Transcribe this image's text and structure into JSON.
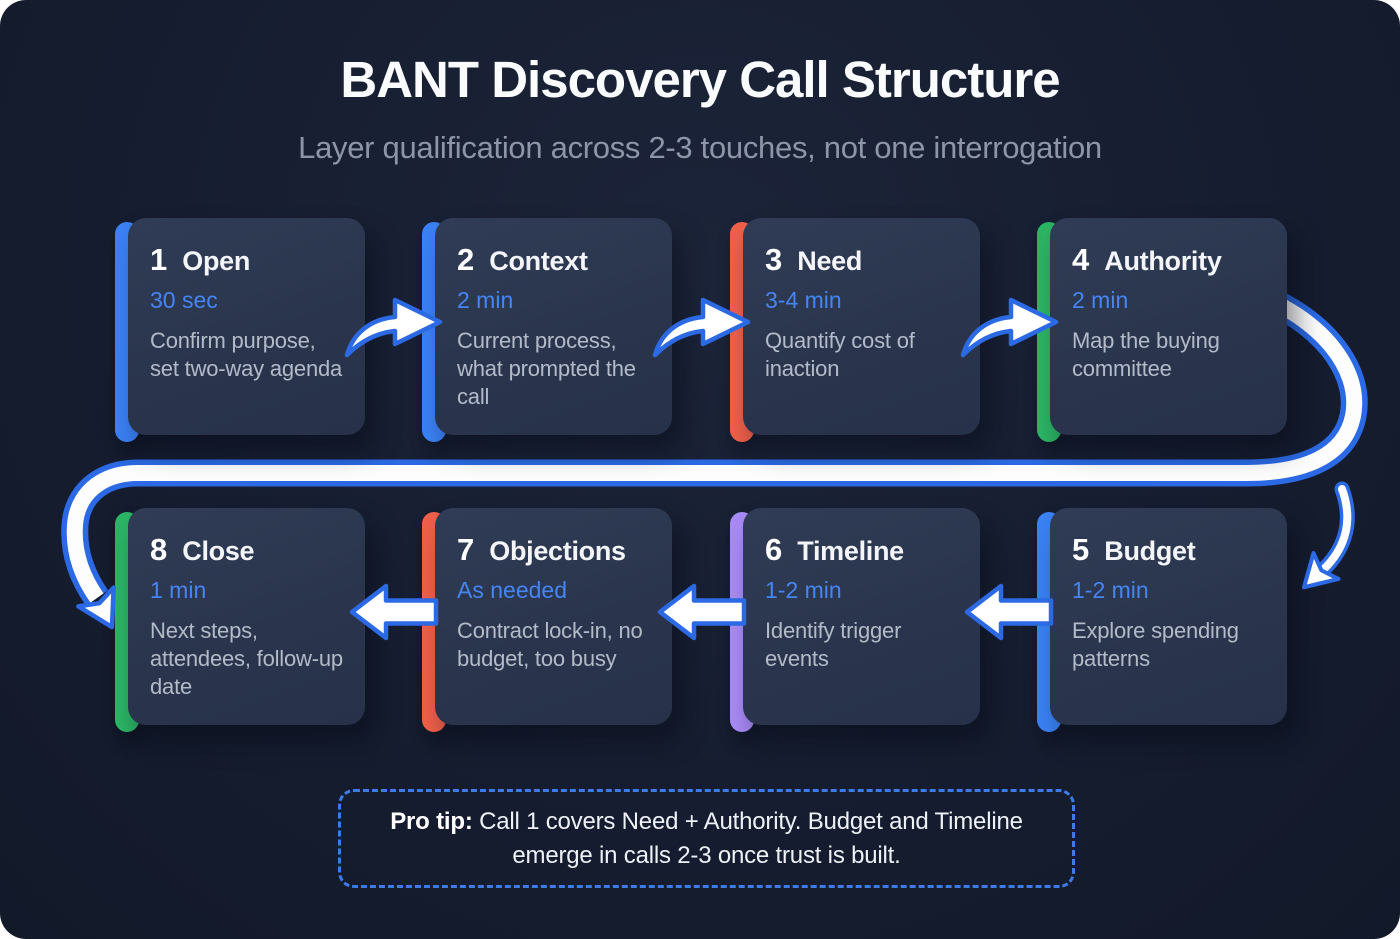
{
  "page": {
    "title": "BANT Discovery Call Structure",
    "subtitle": "Layer qualification across 2-3 touches, not one interrogation"
  },
  "steps": [
    {
      "number": "1",
      "title": "Open",
      "duration": "30 sec",
      "description": "Confirm purpose, set two-way agenda",
      "accent": "#3b82f6"
    },
    {
      "number": "2",
      "title": "Context",
      "duration": "2 min",
      "description": "Current process, what prompted the call",
      "accent": "#3b82f6"
    },
    {
      "number": "3",
      "title": "Need",
      "duration": "3-4 min",
      "description": "Quantify cost of inaction",
      "accent": "#f0604a"
    },
    {
      "number": "4",
      "title": "Authority",
      "duration": "2 min",
      "description": "Map the buying committee",
      "accent": "#2cb565"
    },
    {
      "number": "5",
      "title": "Budget",
      "duration": "1-2 min",
      "description": "Explore spending patterns",
      "accent": "#3b82f6"
    },
    {
      "number": "6",
      "title": "Timeline",
      "duration": "1-2 min",
      "description": "Identify trigger events",
      "accent": "#a98bf8"
    },
    {
      "number": "7",
      "title": "Objections",
      "duration": "As needed",
      "description": "Contract lock-in, no budget, too busy",
      "accent": "#f0604a"
    },
    {
      "number": "8",
      "title": "Close",
      "duration": "1 min",
      "description": "Next steps, attendees, follow-up date",
      "accent": "#2cb565"
    }
  ],
  "pro_tip": {
    "label": "Pro tip:",
    "text": "Call 1 covers Need + Authority. Budget and Timeline emerge in calls 2-3 once trust is built."
  },
  "colors": {
    "canvas_background": "#161d30",
    "card_background": "#2a354d",
    "accent_blue": "#3b82f6",
    "accent_orange": "#f0604a",
    "accent_green": "#2cb565",
    "accent_purple": "#a98bf8",
    "duration_text": "#4585f4",
    "description_text": "#b3bac8",
    "arrow_outline": "#2b6ae4",
    "arrow_fill": "#ffffff",
    "protip_border": "#3d7ce8"
  }
}
